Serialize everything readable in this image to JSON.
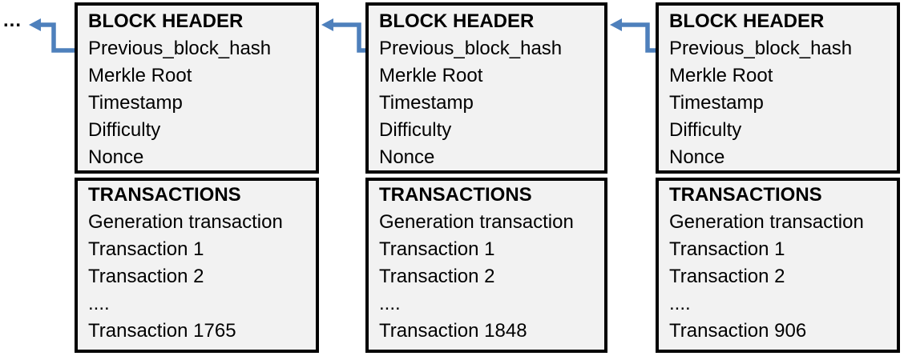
{
  "ellipsis": "...",
  "blocks": [
    {
      "header": {
        "title": "BLOCK HEADER",
        "fields": [
          "Previous_block_hash",
          "Merkle Root",
          "Timestamp",
          "Difficulty",
          "Nonce"
        ]
      },
      "transactions": {
        "title": "TRANSACTIONS",
        "items": [
          "Generation transaction",
          "Transaction 1",
          "Transaction 2",
          "....",
          "Transaction 1765"
        ]
      }
    },
    {
      "header": {
        "title": "BLOCK HEADER",
        "fields": [
          "Previous_block_hash",
          "Merkle Root",
          "Timestamp",
          "Difficulty",
          "Nonce"
        ]
      },
      "transactions": {
        "title": "TRANSACTIONS",
        "items": [
          "Generation transaction",
          "Transaction 1",
          "Transaction 2",
          "....",
          "Transaction 1848"
        ]
      }
    },
    {
      "header": {
        "title": "BLOCK HEADER",
        "fields": [
          "Previous_block_hash",
          "Merkle Root",
          "Timestamp",
          "Difficulty",
          "Nonce"
        ]
      },
      "transactions": {
        "title": "TRANSACTIONS",
        "items": [
          "Generation transaction",
          "Transaction 1",
          "Transaction 2",
          "....",
          "Transaction 906"
        ]
      }
    }
  ],
  "colors": {
    "arrow": "#4E80BC",
    "box_fill": "#F2F2F2",
    "box_border": "#000000",
    "text": "#000000"
  }
}
